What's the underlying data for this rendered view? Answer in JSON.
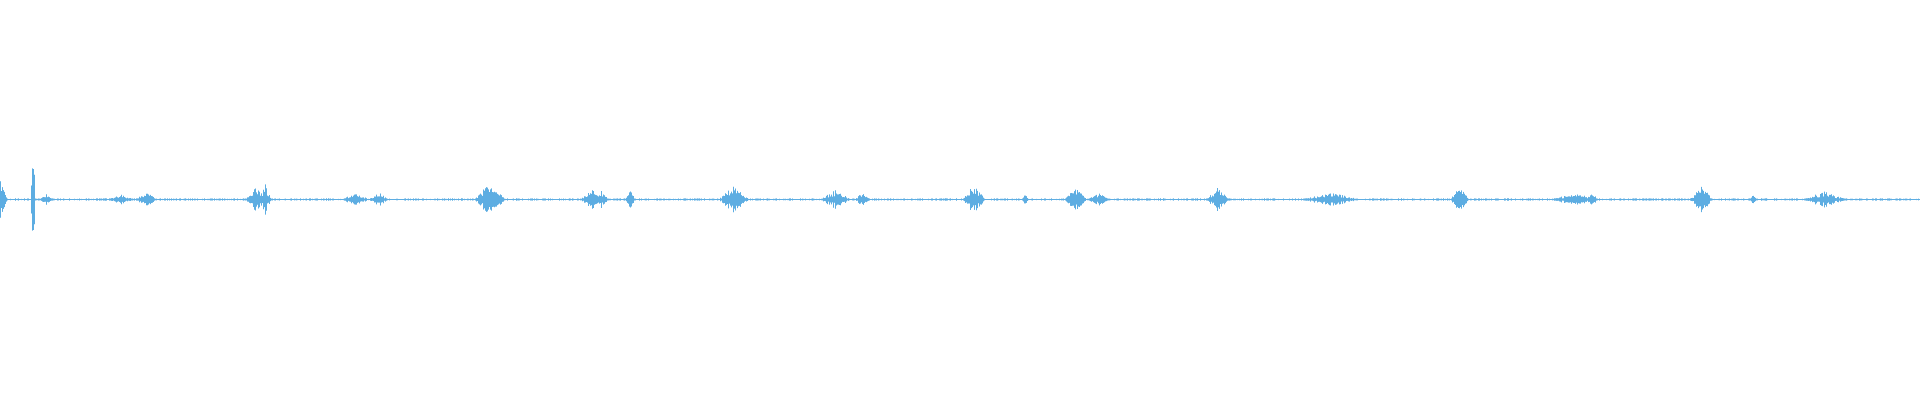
{
  "waveform": {
    "color": "#5dade2",
    "baseline_color": "#5dade2",
    "background": "#ffffff",
    "duration_fraction_covered": 1.0,
    "bursts": [
      {
        "at": 0.0,
        "peak": 0.1,
        "width": 0.004
      },
      {
        "at": 0.017,
        "peak": 0.45,
        "width": 0.0012
      },
      {
        "at": 0.024,
        "peak": 0.03,
        "width": 0.004
      },
      {
        "at": 0.063,
        "peak": 0.025,
        "width": 0.008
      },
      {
        "at": 0.076,
        "peak": 0.04,
        "width": 0.006
      },
      {
        "at": 0.133,
        "peak": 0.06,
        "width": 0.006
      },
      {
        "at": 0.138,
        "peak": 0.08,
        "width": 0.003
      },
      {
        "at": 0.185,
        "peak": 0.03,
        "width": 0.008
      },
      {
        "at": 0.197,
        "peak": 0.045,
        "width": 0.005
      },
      {
        "at": 0.255,
        "peak": 0.09,
        "width": 0.008
      },
      {
        "at": 0.308,
        "peak": 0.05,
        "width": 0.006
      },
      {
        "at": 0.313,
        "peak": 0.045,
        "width": 0.004
      },
      {
        "at": 0.328,
        "peak": 0.05,
        "width": 0.003
      },
      {
        "at": 0.382,
        "peak": 0.07,
        "width": 0.008
      },
      {
        "at": 0.435,
        "peak": 0.05,
        "width": 0.008
      },
      {
        "at": 0.449,
        "peak": 0.04,
        "width": 0.004
      },
      {
        "at": 0.507,
        "peak": 0.08,
        "width": 0.006
      },
      {
        "at": 0.534,
        "peak": 0.03,
        "width": 0.002
      },
      {
        "at": 0.56,
        "peak": 0.06,
        "width": 0.006
      },
      {
        "at": 0.572,
        "peak": 0.035,
        "width": 0.006
      },
      {
        "at": 0.634,
        "peak": 0.06,
        "width": 0.006
      },
      {
        "at": 0.693,
        "peak": 0.035,
        "width": 0.016
      },
      {
        "at": 0.76,
        "peak": 0.07,
        "width": 0.005
      },
      {
        "at": 0.82,
        "peak": 0.03,
        "width": 0.014
      },
      {
        "at": 0.829,
        "peak": 0.045,
        "width": 0.003
      },
      {
        "at": 0.886,
        "peak": 0.07,
        "width": 0.006
      },
      {
        "at": 0.913,
        "peak": 0.03,
        "width": 0.002
      },
      {
        "at": 0.95,
        "peak": 0.04,
        "width": 0.012
      }
    ],
    "noise_floor": 0.006
  }
}
